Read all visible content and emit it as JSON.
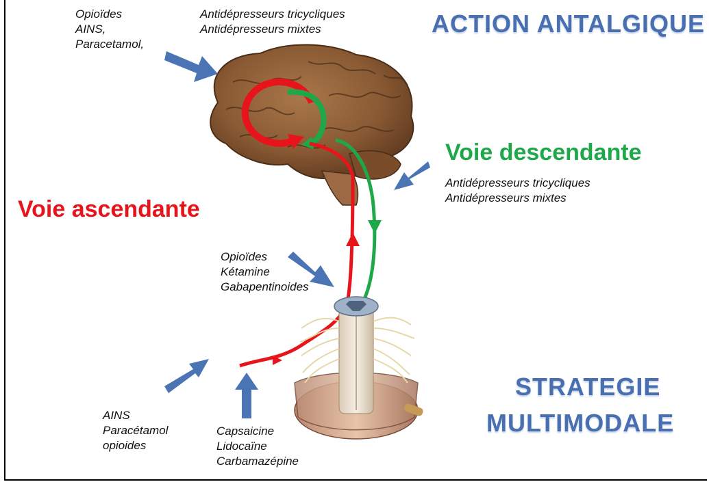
{
  "titles": {
    "action": "ACTION ANTALGIQUE",
    "strategie_line1": "STRATEGIE",
    "strategie_line2": "MULTIMODALE"
  },
  "pathways": {
    "ascending": "Voie ascendante",
    "descending": "Voie descendante"
  },
  "labels": {
    "brain_left": [
      "Opioïdes",
      "AINS,",
      "Paracetamol,"
    ],
    "brain_top": [
      "Antidépresseurs tricycliques",
      "Antidépresseurs mixtes"
    ],
    "descending_drugs": [
      "Antidépresseurs tricycliques",
      "Antidépresseurs mixtes"
    ],
    "spinal": [
      "Opioïdes",
      "Kétamine",
      "Gabapentinoides"
    ],
    "peripheral_left": [
      "AINS",
      "Paracétamol",
      "opioides"
    ],
    "peripheral_bottom": [
      "Capsaicine",
      "Lidocaïne",
      "Carbamazépine"
    ]
  },
  "colors": {
    "ascending": "#e8141b",
    "descending": "#1ea84a",
    "arrow": "#4a74b4",
    "title": "#4a6fb0",
    "brain": "#8a5a34"
  }
}
